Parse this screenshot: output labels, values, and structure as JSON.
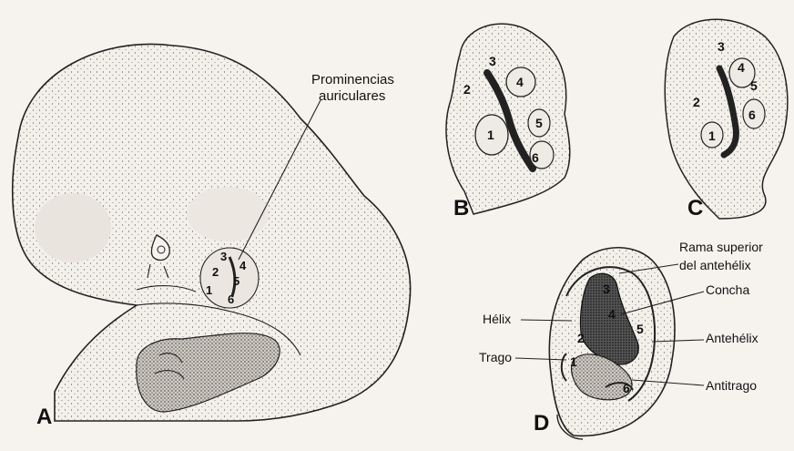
{
  "panels": {
    "A": {
      "letter": "A",
      "label": [
        "Prominencias",
        "auriculares"
      ],
      "numbers": [
        "1",
        "2",
        "3",
        "4",
        "5",
        "6"
      ]
    },
    "B": {
      "letter": "B",
      "numbers": [
        "1",
        "2",
        "3",
        "4",
        "5",
        "6"
      ]
    },
    "C": {
      "letter": "C",
      "numbers": [
        "1",
        "2",
        "3",
        "4",
        "5",
        "6"
      ]
    },
    "D": {
      "letter": "D",
      "numbers": [
        "1",
        "2",
        "3",
        "4",
        "5",
        "6"
      ],
      "labels": {
        "rama_line1": "Rama superior",
        "rama_line2": "del antehélix",
        "concha": "Concha",
        "helix": "Hélix",
        "antehelix": "Antehélix",
        "trago": "Trago",
        "antitrago": "Antitrago"
      }
    }
  },
  "colors": {
    "background": "#f6f3ee",
    "ink": "#111111",
    "shade": "#7a7a7a"
  }
}
